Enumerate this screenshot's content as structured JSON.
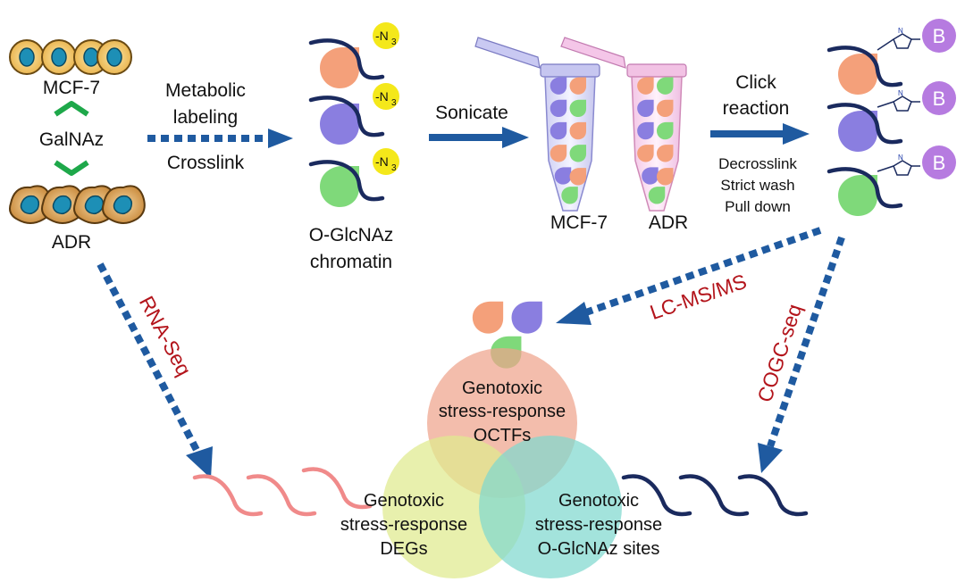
{
  "cells": {
    "top_label": "MCF-7",
    "reagent": "GalNAz",
    "bottom_label": "ADR"
  },
  "step1": {
    "line1": "Metabolic",
    "line2": "labeling",
    "line3": "Crosslink"
  },
  "chromatin": {
    "tag_prefix": "-N",
    "tag_subscript": "3",
    "label_line1": "O-GlcNAz",
    "label_line2": "chromatin"
  },
  "step2": {
    "label": "Sonicate"
  },
  "tubes": {
    "left_label": "MCF-7",
    "right_label": "ADR"
  },
  "step3": {
    "line1": "Click",
    "line2": "reaction",
    "line3": "Decrosslink",
    "line4": "Strict wash",
    "line5": "Pull down"
  },
  "biotin": {
    "bead_letter": "B",
    "triazole_n": "N"
  },
  "methods": {
    "lcms": "LC-MS/MS",
    "rnaseq": "RNA-Seq",
    "cogcseq": "COGC-seq"
  },
  "venn": {
    "top": [
      "Genotoxic",
      "stress-response",
      "OCTFs"
    ],
    "left": [
      "Genotoxic",
      "stress-response",
      "DEGs"
    ],
    "right": [
      "Genotoxic",
      "stress-response",
      "O-GlcNAz sites"
    ]
  },
  "colors": {
    "orange": "#f4a07a",
    "purple": "#8a7ee0",
    "green": "#7fd97a",
    "navy": "#1a2a5e",
    "arrow_blue": "#1f5aa0",
    "red_text": "#b3141b",
    "azide_yellow": "#f4e81a",
    "bead_purple": "#b67be0",
    "green_chevron": "#1ea84a",
    "pink_dna": "#f08a8a",
    "venn_top": "#efa48c",
    "venn_left": "#dfea8e",
    "venn_right": "#7fd8cf"
  }
}
